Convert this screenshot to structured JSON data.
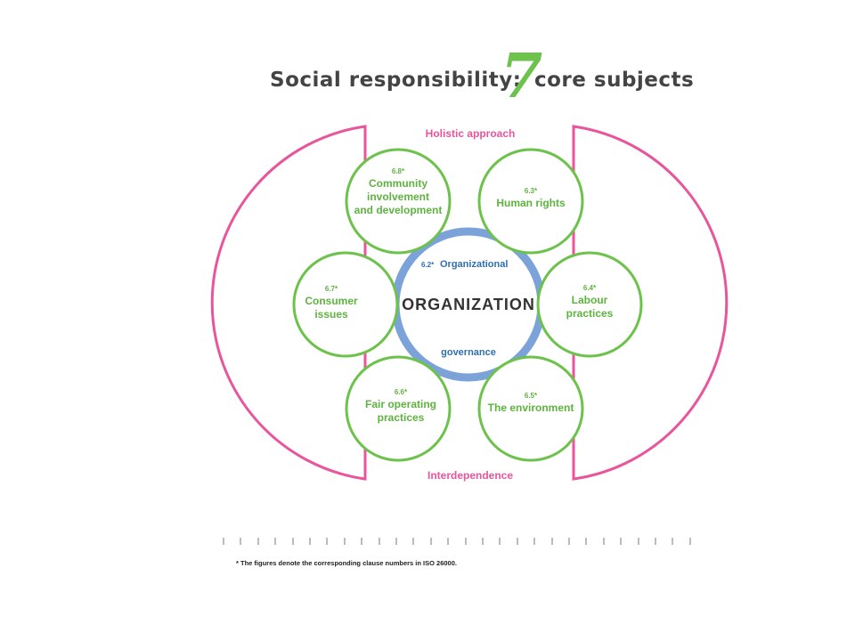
{
  "title": {
    "prefix": "Social responsibility:",
    "number": "7",
    "suffix": "core subjects"
  },
  "diagram": {
    "top_label": "Holistic approach",
    "bottom_label": "Interdependence",
    "center": {
      "label": "ORGANIZATION",
      "governance_number": "6.2*",
      "governance_line1": "Organizational",
      "governance_line2": "governance"
    },
    "subjects": [
      {
        "id": "community",
        "number": "6.8*",
        "lines": [
          "Community",
          "involvement",
          "and development"
        ]
      },
      {
        "id": "human-rights",
        "number": "6.3*",
        "lines": [
          "Human rights"
        ]
      },
      {
        "id": "consumer",
        "number": "6.7*",
        "lines": [
          "Consumer",
          "issues"
        ]
      },
      {
        "id": "labour",
        "number": "6.4*",
        "lines": [
          "Labour",
          "practices"
        ]
      },
      {
        "id": "fair-operating",
        "number": "6.6*",
        "lines": [
          "Fair operating",
          "practices"
        ]
      },
      {
        "id": "environment",
        "number": "6.5*",
        "lines": [
          "The environment"
        ]
      }
    ],
    "colors": {
      "green": "#6cc24a",
      "pink": "#e8559b",
      "blue": "#7ba3d9",
      "title_gray": "#444444"
    }
  },
  "footnote": "* The figures denote the corresponding clause numbers in ISO 26000."
}
